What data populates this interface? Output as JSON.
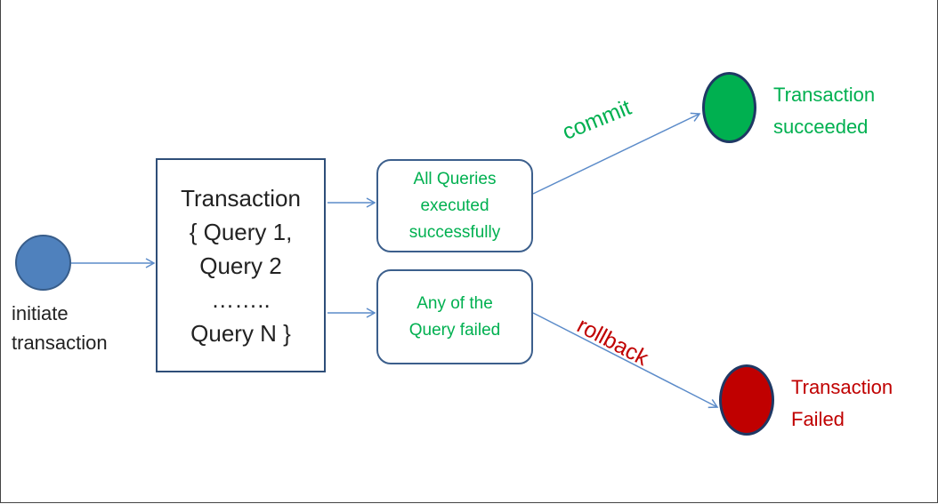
{
  "start": {
    "label_lines": [
      "initiate",
      "transaction"
    ]
  },
  "transaction_box": {
    "lines": [
      "Transaction",
      "{ Query 1,",
      "Query 2",
      "……..",
      "Query N }"
    ]
  },
  "success_box": {
    "lines": [
      "All Queries",
      "executed",
      "successfully"
    ]
  },
  "failure_box": {
    "lines": [
      "Any of the",
      "Query failed"
    ]
  },
  "edges": {
    "commit_label": "commit",
    "rollback_label": "rollback"
  },
  "end_success": {
    "label_lines": [
      "Transaction",
      "succeeded"
    ]
  },
  "end_failure": {
    "label_lines": [
      "Transaction",
      "Failed"
    ]
  },
  "colors": {
    "start_node": "#4f81bd",
    "success": "#00b050",
    "failure": "#c00000",
    "box_border": "#2e4e78",
    "arrow": "#5b8bc9"
  }
}
